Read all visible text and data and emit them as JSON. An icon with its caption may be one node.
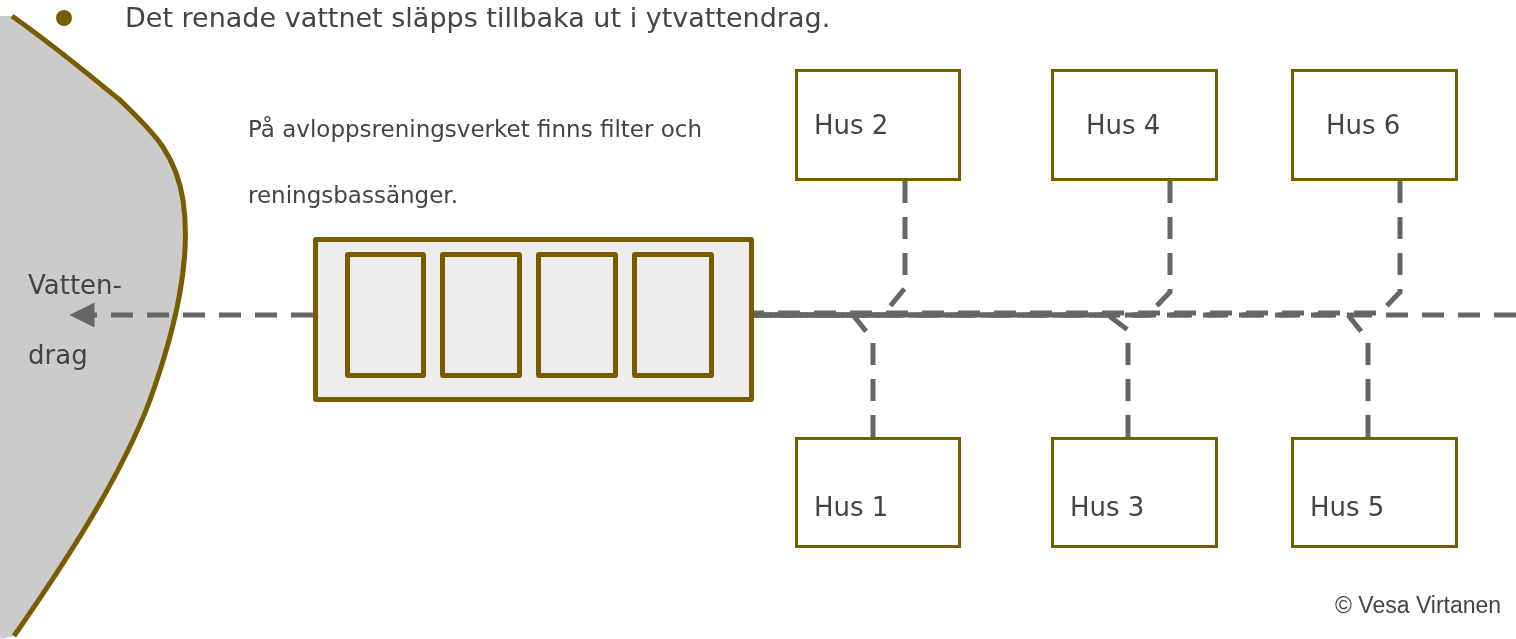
{
  "diagram": {
    "nodes": [
      {
        "text": [
          "Vatten- drag"
        ]
      },
      {
        "text": [],
        "shape": "box",
        "beside": [
          "På avloppsreningsverket finns filter och reningsbassänger."
        ]
      },
      {
        "text": [],
        "shape": "box",
        "in": 1
      },
      {
        "text": [],
        "shape": "box",
        "in": 1
      },
      {
        "text": [],
        "shape": "box",
        "in": 1
      },
      {
        "text": [],
        "shape": "box",
        "in": 1
      },
      {
        "text": [
          "Hus 2"
        ]
      },
      {
        "text": [
          "Hus 4"
        ]
      },
      {
        "text": [
          "Hus 6"
        ]
      },
      {
        "text": [
          "Hus 1"
        ]
      },
      {
        "text": [
          "Hus 3"
        ]
      },
      {
        "text": [
          "Hus 5"
        ]
      }
    ],
    "edges": [
      {
        "from": null,
        "to": 1,
        "arrow": "none",
        "style": "dashed"
      },
      {
        "from": 6,
        "to": 1,
        "arrow": "none",
        "style": "dashed"
      },
      {
        "from": 9,
        "to": 1,
        "arrow": "none",
        "style": "dashed"
      },
      {
        "from": 7,
        "to": 1,
        "arrow": "none",
        "style": "dashed"
      },
      {
        "from": 10,
        "to": 1,
        "arrow": "none",
        "style": "dashed"
      },
      {
        "from": 8,
        "to": 1,
        "arrow": "none",
        "style": "dashed"
      },
      {
        "from": 11,
        "to": 1,
        "arrow": "none",
        "style": "dashed"
      },
      {
        "from": 1,
        "to": 0,
        "arrow": "to",
        "style": "dashed"
      }
    ],
    "labels": [
      "Det renade vattnet släpps tillbaka ut i ytvattendrag.",
      "© Vesa Virtanen"
    ]
  }
}
